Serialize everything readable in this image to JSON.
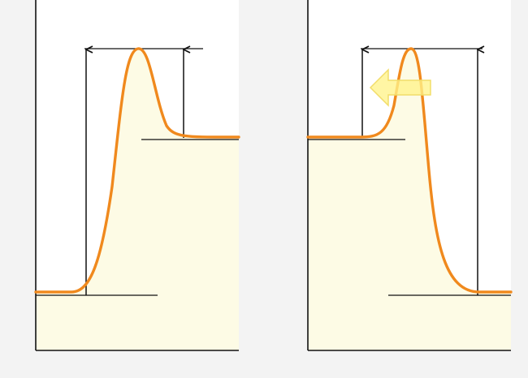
{
  "colors": {
    "page_background": "#f3f3f3",
    "panel_background": "#ffffff",
    "fill": "#fdfbe5",
    "curve": "#f0891d",
    "axis": "#111111",
    "guide_line": "#111111",
    "arrow_fill": "#fff38a",
    "arrow_stroke": "#f2dd6a"
  },
  "diagram": {
    "panels": [
      {
        "name": "left-panel",
        "curve": "rising-peak-to-higher-plateau",
        "arrows": [
          "up-arrow-left-long",
          "up-arrow-right-short"
        ]
      },
      {
        "name": "right-panel",
        "curve": "peak-then-falling-to-lower-plateau",
        "arrows": [
          "up-arrow-left-short",
          "up-arrow-right-long"
        ],
        "direction_arrow": "left-arrow"
      }
    ]
  }
}
